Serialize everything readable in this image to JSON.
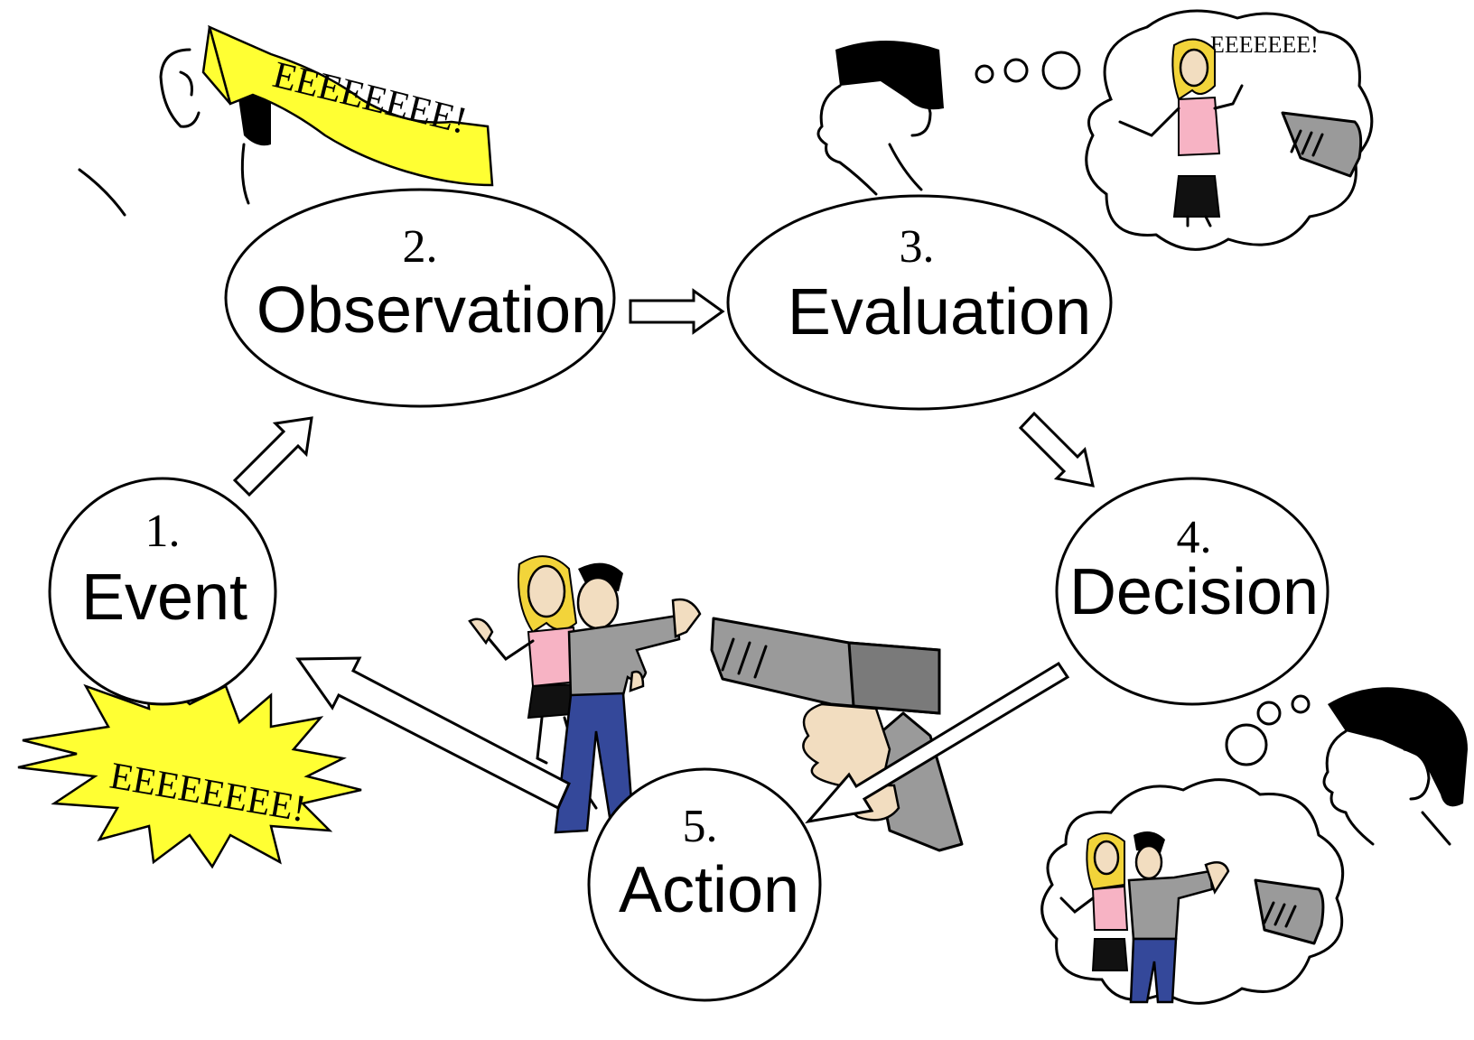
{
  "nodes": [
    {
      "number": "1.",
      "label": "Event"
    },
    {
      "number": "2.",
      "label": "Observation"
    },
    {
      "number": "3.",
      "label": "Evaluation"
    },
    {
      "number": "4.",
      "label": "Decision"
    },
    {
      "number": "5.",
      "label": "Action"
    }
  ],
  "screams": {
    "banner": "EEEEEEEE!",
    "burst": "EEEEEEEE!",
    "thought": "EEEEEEE!"
  },
  "colors": {
    "scream_yellow": "#ffff33",
    "shirt_pink": "#f7b3c4",
    "hair_blond": "#f2d43a",
    "shirt_grey": "#9b9b9b",
    "jeans_blue": "#34489a",
    "gun_grey": "#9a9a9a"
  }
}
